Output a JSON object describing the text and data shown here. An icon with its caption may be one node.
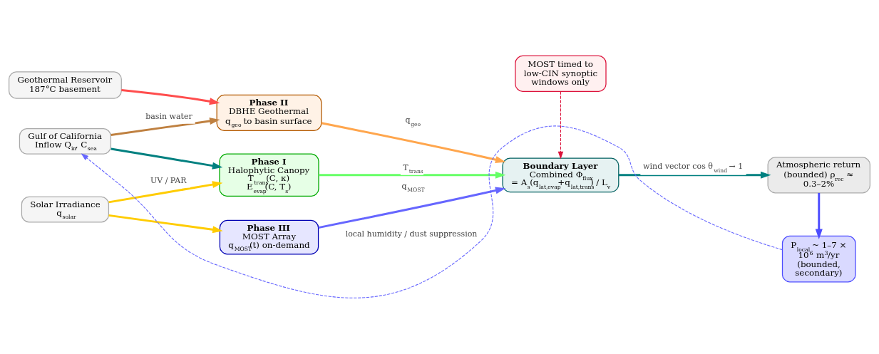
{
  "diagram": {
    "nodes": [
      {
        "text": [
          "Solar Irradiance q$_{solar}$"
        ]
      },
      {
        "text": [
          "Gulf of California Inflow Q$_{in}$, C$_{sea}$"
        ]
      },
      {
        "text": [
          "Geothermal Reservoir 187°C basement"
        ]
      },
      {
        "text": [
          "Phase I",
          "Halophytic Canopy",
          "T$_{trans}$(C, κ)",
          "E$_{evap}$(C, T$_{s}$)"
        ]
      },
      {
        "text": [
          "Phase II",
          "DBHE Geothermal",
          "q$_{geo}$ to basin surface"
        ]
      },
      {
        "text": [
          "Phase III",
          "MOST Array",
          "q$_{MOST}$(t) on-demand"
        ]
      },
      {
        "text": [
          "Boundary Layer",
          "Combined Φ$_{flux}$",
          "= A$_{s}$(q$_{lat,evap}$+q$_{lat,trans}$) / L$_{v}$"
        ]
      },
      {
        "text": [
          "Atmospheric return (bounded) ρ$_{rec}$ ≈ 0.3–2%"
        ]
      },
      {
        "text": [
          "P$_{local}$ ~ 1–7 × 10$^{6}$ m$^{3}$/yr (bounded, secondary)"
        ]
      },
      {
        "text": [
          "MOST timed to low-CIN synoptic windows only"
        ]
      }
    ],
    "edges": [
      {
        "from": 0,
        "to": 3,
        "arrow": "to",
        "label": "UV / PAR",
        "color": "#ffcc00"
      },
      {
        "from": 1,
        "to": 3,
        "arrow": "to",
        "color": "#008080"
      },
      {
        "from": 1,
        "to": 4,
        "arrow": "to",
        "label": "basin water",
        "color": "#bf8040"
      },
      {
        "from": 2,
        "to": 4,
        "arrow": "to",
        "color": "#ff4d4d"
      },
      {
        "from": 0,
        "to": 5,
        "arrow": "to",
        "color": "#ffcc00"
      },
      {
        "from": 3,
        "to": 6,
        "arrow": "to",
        "label": "T$_{trans}$",
        "color": "#66ff66"
      },
      {
        "from": 4,
        "to": 6,
        "arrow": "to",
        "label": "q$_{geo}$",
        "color": "#ffa64d"
      },
      {
        "from": 5,
        "to": 6,
        "arrow": "to",
        "label": "q$_{MOST}$",
        "color": "#6666ff"
      },
      {
        "from": 6,
        "to": 7,
        "arrow": "to",
        "label": "wind vector cos θ$_{wind}$ → 1",
        "color": "#008080"
      },
      {
        "from": 7,
        "to": 8,
        "arrow": "to",
        "color": "#4d4dff"
      },
      {
        "from": 8,
        "to": 1,
        "arrow": "to",
        "label": "local humidity / dust suppression",
        "style": "dashed",
        "color": "#6666ff"
      },
      {
        "from": 9,
        "to": 6,
        "arrow": "to",
        "style": "dashed",
        "color": "#dc143c"
      }
    ]
  }
}
